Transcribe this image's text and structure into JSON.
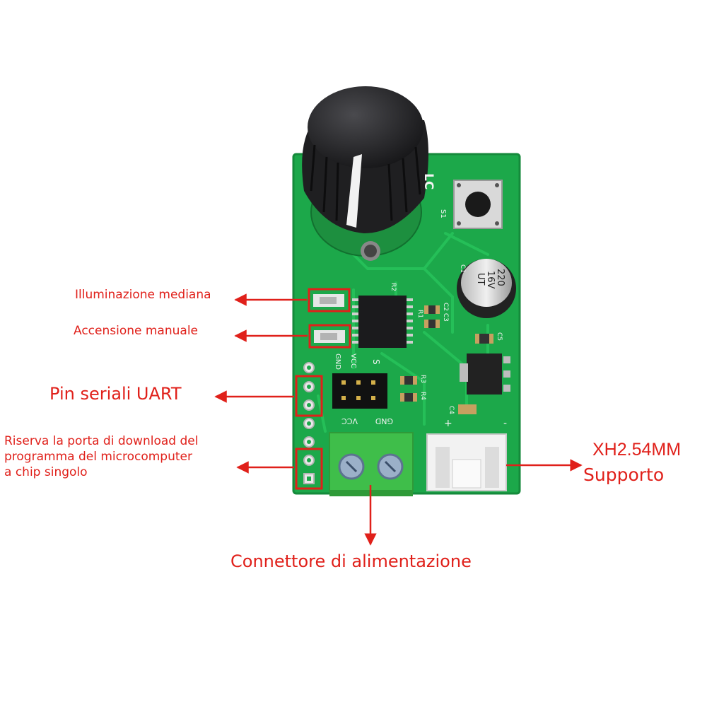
{
  "labels": {
    "median_light": "Illuminazione mediana",
    "manual_on": "Accensione manuale",
    "uart_pins": "Pin seriali UART",
    "reserve_port": [
      "Riserva la porta di download del",
      "programma del microcomputer",
      "a chip singolo"
    ],
    "xh_connector": "XH2.54MM",
    "support": "Supporto",
    "power_connector": "Connettore di alimentazione"
  },
  "board_marks": {
    "logo": "LC",
    "switch": "S1",
    "r2": "R2",
    "capacitor": [
      "220",
      "16V",
      "UT"
    ],
    "c1": "C1",
    "c2c3": "C2 C3",
    "r1": "R1",
    "c5": "C5",
    "c4": "C4",
    "header_gnd": "GND",
    "header_vcc": "VCC",
    "header_s": "S",
    "r3": "R3",
    "r4": "R4",
    "terminal_vcc": "VCC",
    "terminal_gnd": "GND",
    "plus": "+",
    "minus": "-"
  },
  "colors": {
    "board": "#1ca84a",
    "annotation": "#e0201a",
    "knob": "#2a2a2c",
    "terminal": "#3fbe4a"
  }
}
